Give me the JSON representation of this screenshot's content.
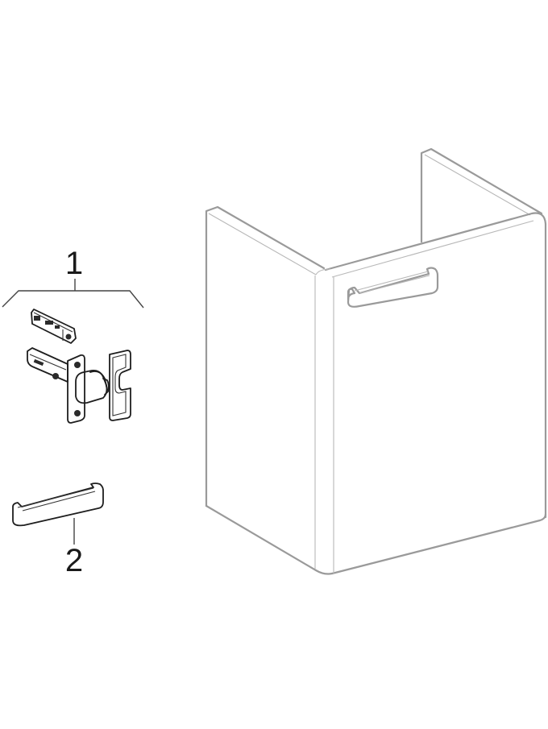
{
  "diagram": {
    "type": "exploded spare-parts view",
    "subject": "bathroom vanity cabinet with single door",
    "callouts": [
      {
        "id": "1",
        "label": "1",
        "part": "hinge set (mounting plate, hinge, cover plate)"
      },
      {
        "id": "2",
        "label": "2",
        "part": "door handle"
      }
    ],
    "main_item": "cabinet body with front door and handle",
    "colors": {
      "cabinet_outline": "#9a9a9a",
      "parts_outline": "#1e1e1e",
      "label_text": "#1a1a1a",
      "background": "#ffffff"
    }
  }
}
